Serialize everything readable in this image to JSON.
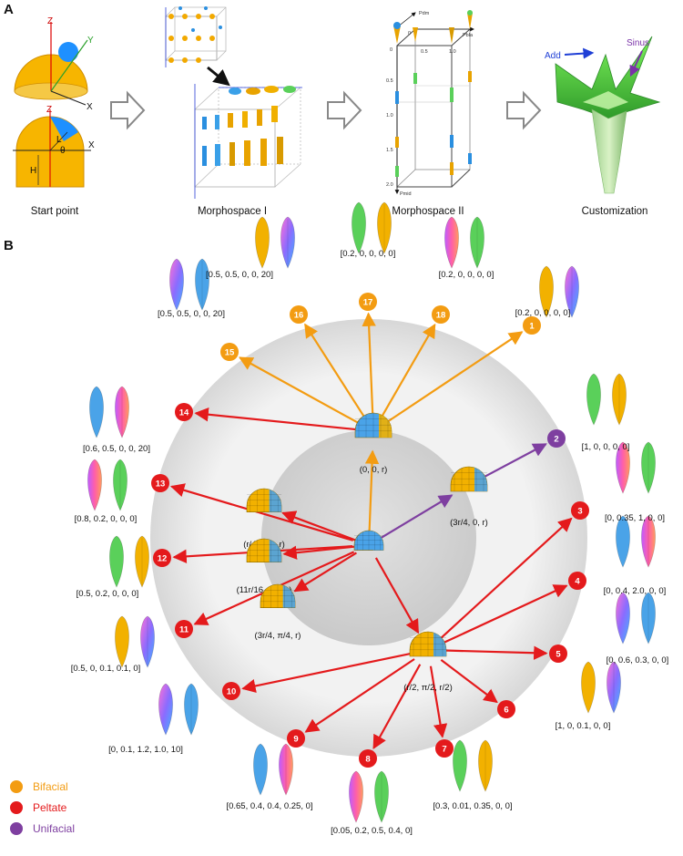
{
  "panel_a": {
    "letter": "A",
    "stages": [
      "Start point",
      "Morphospace I",
      "Morphospace II",
      "Customization"
    ],
    "axis_labels": {
      "z": "Z",
      "y": "Y",
      "x": "X",
      "l": "L",
      "theta": "θ",
      "h": "H"
    },
    "morpho2_ticks": {
      "top": [
        "0",
        "0.5",
        "1.0"
      ],
      "left": [
        "0",
        "0.5",
        "1.0",
        "1.5",
        "2.0"
      ],
      "p_top": "Pdm",
      "p_right": "Pbla",
      "p_bottom": "Pmid"
    },
    "customization_annotations": {
      "add": "Add",
      "sinus": "Sinus"
    }
  },
  "panel_b": {
    "letter": "B",
    "seeds": [
      {
        "id": "center",
        "label": ""
      },
      {
        "id": "seed-bifacial",
        "label": "(0, 0, r)"
      },
      {
        "id": "seed-unifacial",
        "label": "(3r/4, 0, r)"
      },
      {
        "id": "seed-p1",
        "label": "(r/4, π/2, r)"
      },
      {
        "id": "seed-p2",
        "label": "(11r/16, π/4, r)"
      },
      {
        "id": "seed-p3",
        "label": "(3r/4, π/4, r)"
      },
      {
        "id": "seed-p4",
        "label": "(r/2, π/2, r/2)"
      }
    ],
    "nodes": [
      {
        "n": "1",
        "type": "Bifacial",
        "label": "[0.2, 0, 0, 0, 0]"
      },
      {
        "n": "2",
        "type": "Unifacial",
        "label": "[1, 0, 0, 0, 0]"
      },
      {
        "n": "3",
        "type": "Peltate",
        "label": "[0, 0.35, 1, 0, 0]"
      },
      {
        "n": "4",
        "type": "Peltate",
        "label": "[0, 0.4, 2.0, 0, 0]"
      },
      {
        "n": "5",
        "type": "Peltate",
        "label": "[0, 0.6, 0.3, 0, 0]"
      },
      {
        "n": "6",
        "type": "Peltate",
        "label": "[1, 0, 0.1, 0, 0]"
      },
      {
        "n": "7",
        "type": "Peltate",
        "label": "[0.3, 0.01, 0.35, 0, 0]"
      },
      {
        "n": "8",
        "type": "Peltate",
        "label": "[0.05, 0.2, 0.5, 0.4, 0]"
      },
      {
        "n": "9",
        "type": "Peltate",
        "label": "[0.65, 0.4, 0.4, 0.25, 0]"
      },
      {
        "n": "10",
        "type": "Peltate",
        "label": "[0, 0.1, 1.2, 1.0, 10]"
      },
      {
        "n": "11",
        "type": "Peltate",
        "label": "[0.5, 0, 0.1, 0.1, 0]"
      },
      {
        "n": "12",
        "type": "Peltate",
        "label": "[0.5, 0.2, 0, 0, 0]"
      },
      {
        "n": "13",
        "type": "Peltate",
        "label": "[0.8, 0.2, 0, 0, 0]"
      },
      {
        "n": "14",
        "type": "Peltate",
        "label": "[0.6, 0.5, 0, 0, 20]"
      },
      {
        "n": "15",
        "type": "Bifacial",
        "label": "[0.5, 0.5, 0, 0, 20]"
      },
      {
        "n": "16",
        "type": "Bifacial",
        "label": "[0.5, 0.5, 0, 0, 20]"
      },
      {
        "n": "17",
        "type": "Bifacial",
        "label": "[0.2, 0, 0, 0, 0]"
      },
      {
        "n": "18",
        "type": "Bifacial",
        "label": "[0.2, 0, 0, 0, 0]"
      }
    ],
    "legend": [
      {
        "label": "Bifacial",
        "color": "#f39c12"
      },
      {
        "label": "Peltate",
        "color": "#e41a1c"
      },
      {
        "label": "Unifacial",
        "color": "#7e3fa0"
      }
    ]
  },
  "colors": {
    "bifacial": "#f39c12",
    "peltate": "#e41a1c",
    "unifacial": "#7e3fa0",
    "add_arrow": "#1f3fd6",
    "sinus_arrow": "#7a32a8"
  }
}
